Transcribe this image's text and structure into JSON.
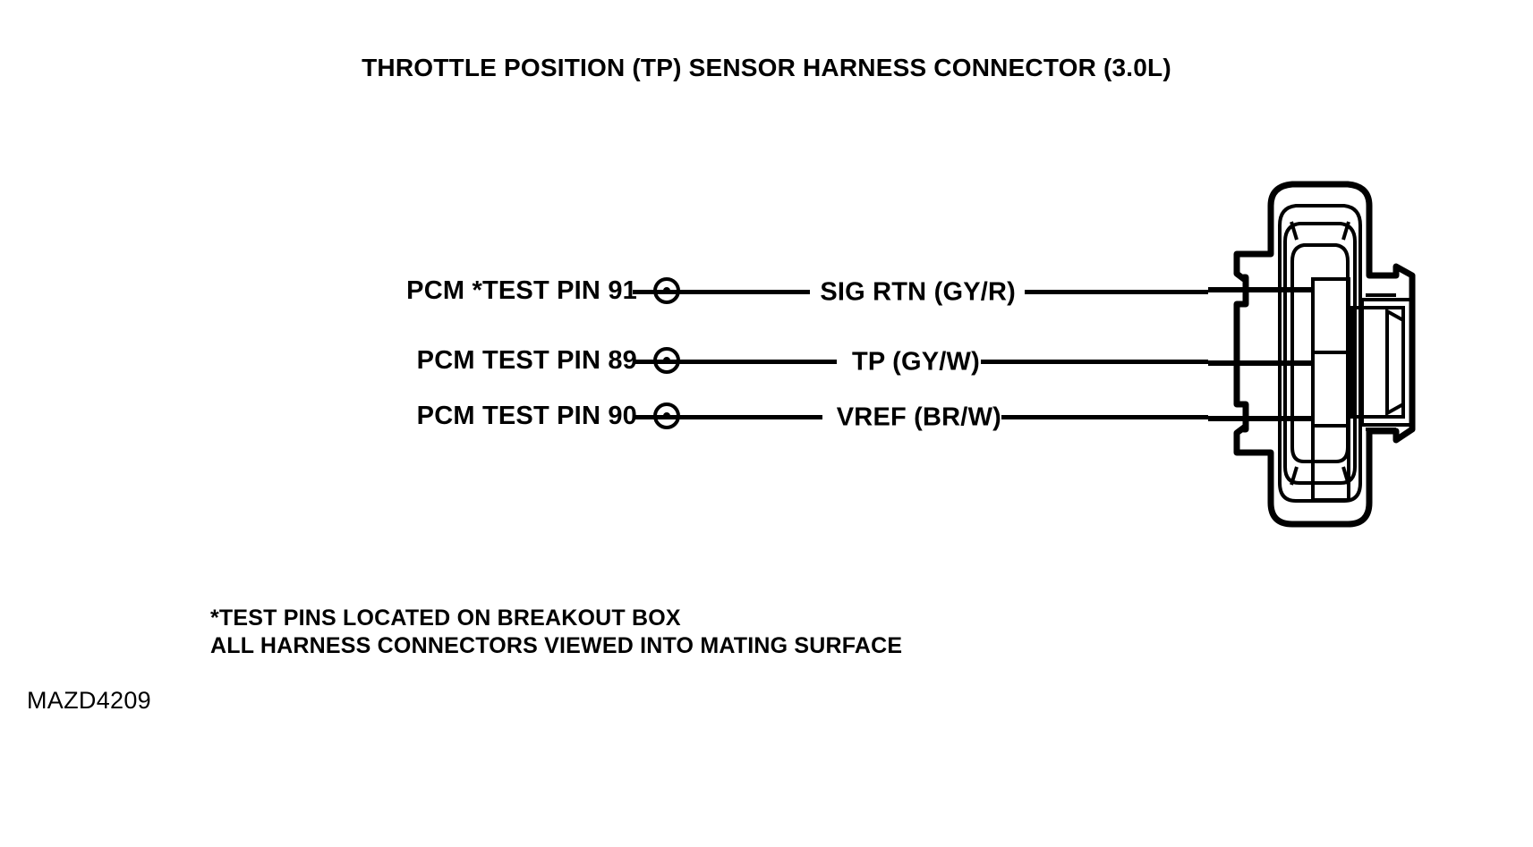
{
  "title": "THROTTLE POSITION (TP) SENSOR HARNESS CONNECTOR (3.0L)",
  "pins": [
    {
      "test_pin_label": "PCM *TEST PIN 91",
      "signal_label": "SIG RTN (GY/R)",
      "circuit": "SIG RTN",
      "wire_color": "GY/R",
      "pin_number": "91"
    },
    {
      "test_pin_label": "PCM TEST PIN 89",
      "signal_label": "TP (GY/W)",
      "circuit": "TP",
      "wire_color": "GY/W",
      "pin_number": "89"
    },
    {
      "test_pin_label": "PCM TEST PIN 90",
      "signal_label": "VREF (BR/W)",
      "circuit": "VREF",
      "wire_color": "BR/W",
      "pin_number": "90"
    }
  ],
  "footnotes": [
    "*TEST PINS LOCATED ON BREAKOUT BOX",
    "ALL HARNESS CONNECTORS VIEWED INTO MATING SURFACE"
  ],
  "figure_code": "MAZD4209",
  "connector": {
    "name": "3-way oval harness connector",
    "cavity_count": 3,
    "view": "into mating surface"
  },
  "colors": {
    "ink": "#000000",
    "background": "#ffffff"
  }
}
